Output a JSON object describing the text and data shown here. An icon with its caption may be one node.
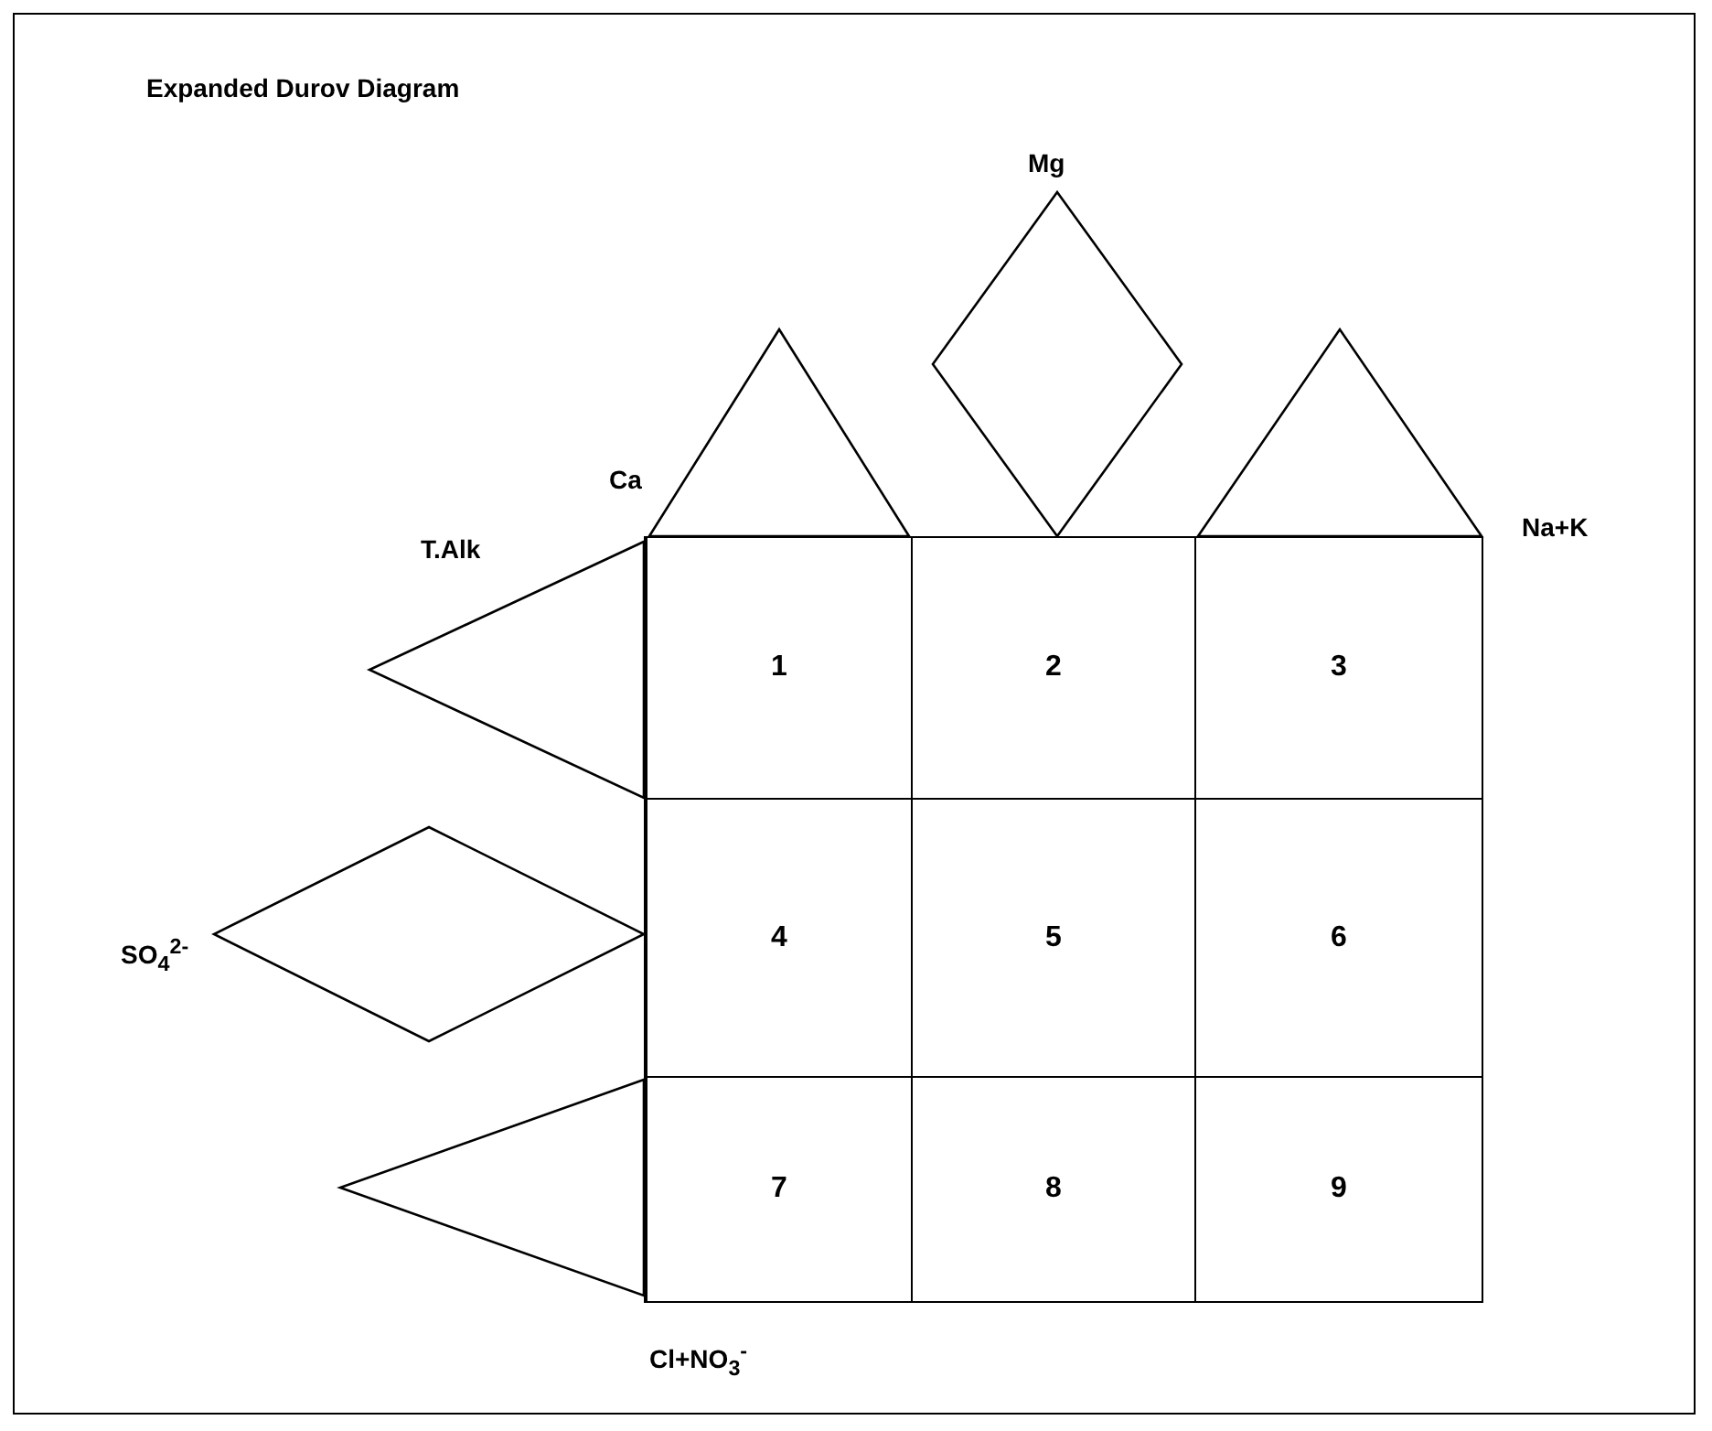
{
  "diagram": {
    "title": "Expanded Durov Diagram",
    "nodes": [
      {
        "text": [],
        "shape": "triangle"
      },
      {
        "text": [],
        "shape": "diamond"
      },
      {
        "text": [],
        "shape": "triangle"
      },
      {
        "text": [],
        "shape": "triangle"
      },
      {
        "text": [],
        "shape": "diamond"
      },
      {
        "text": [],
        "shape": "triangle"
      },
      {
        "text": [
          "1"
        ]
      },
      {
        "text": [
          "2"
        ]
      },
      {
        "text": [
          "3"
        ]
      },
      {
        "text": [
          "4"
        ]
      },
      {
        "text": [
          "5"
        ]
      },
      {
        "text": [
          "6"
        ]
      },
      {
        "text": [
          "7"
        ]
      },
      {
        "text": [
          "8"
        ]
      },
      {
        "text": [
          "9"
        ]
      }
    ],
    "edges": [],
    "labels": [
      "Mg",
      "Ca",
      "Na+K",
      "T.Alk",
      "SO$_{4}$$^{2-}$",
      "Cl+NO$_{3}$$^{-}$"
    ]
  }
}
